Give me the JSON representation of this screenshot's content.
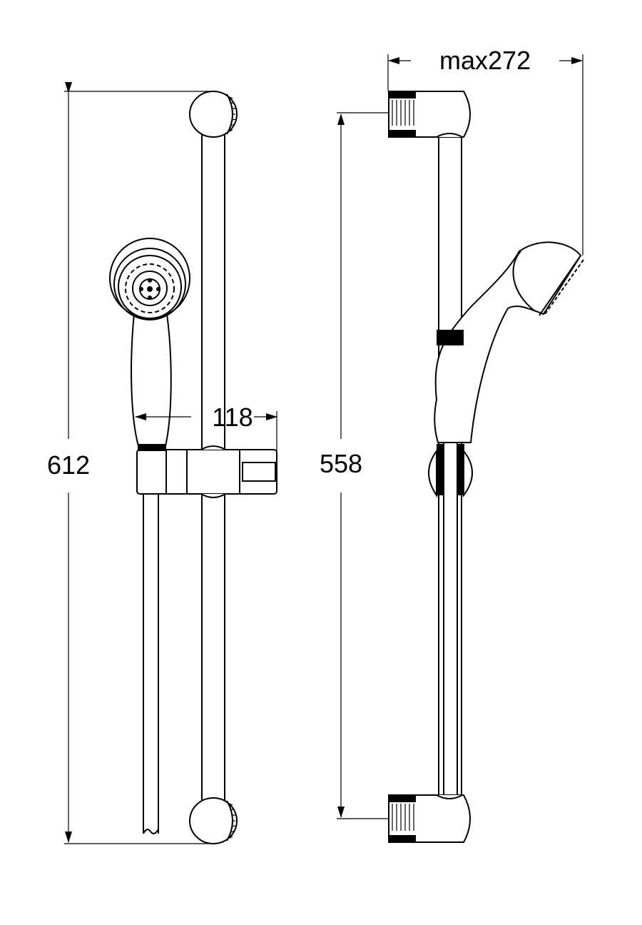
{
  "dimensions": {
    "overall_height": "612",
    "rail_height": "558",
    "projection": "118",
    "max_reach": "max272"
  }
}
